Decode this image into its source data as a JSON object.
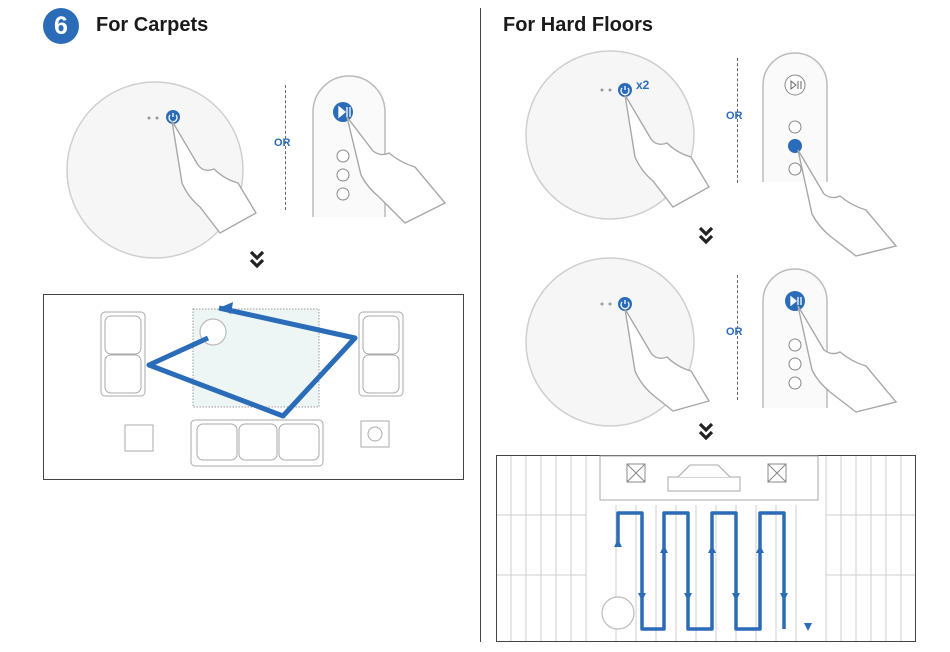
{
  "step": {
    "number": "6"
  },
  "carpets": {
    "title": "For Carpets",
    "or_label": "OR"
  },
  "hard_floors": {
    "title": "For Hard Floors",
    "or_label_1": "OR",
    "or_label_2": "OR",
    "double_press": "x2"
  },
  "colors": {
    "accent": "#2b6cb8",
    "line": "#999999",
    "outline": "#bbbbbb"
  },
  "icons": [
    "power-icon",
    "play-pause-icon",
    "home-icon",
    "spot-icon",
    "edge-icon",
    "chevron-down-icon",
    "hand-pointer-icon"
  ]
}
